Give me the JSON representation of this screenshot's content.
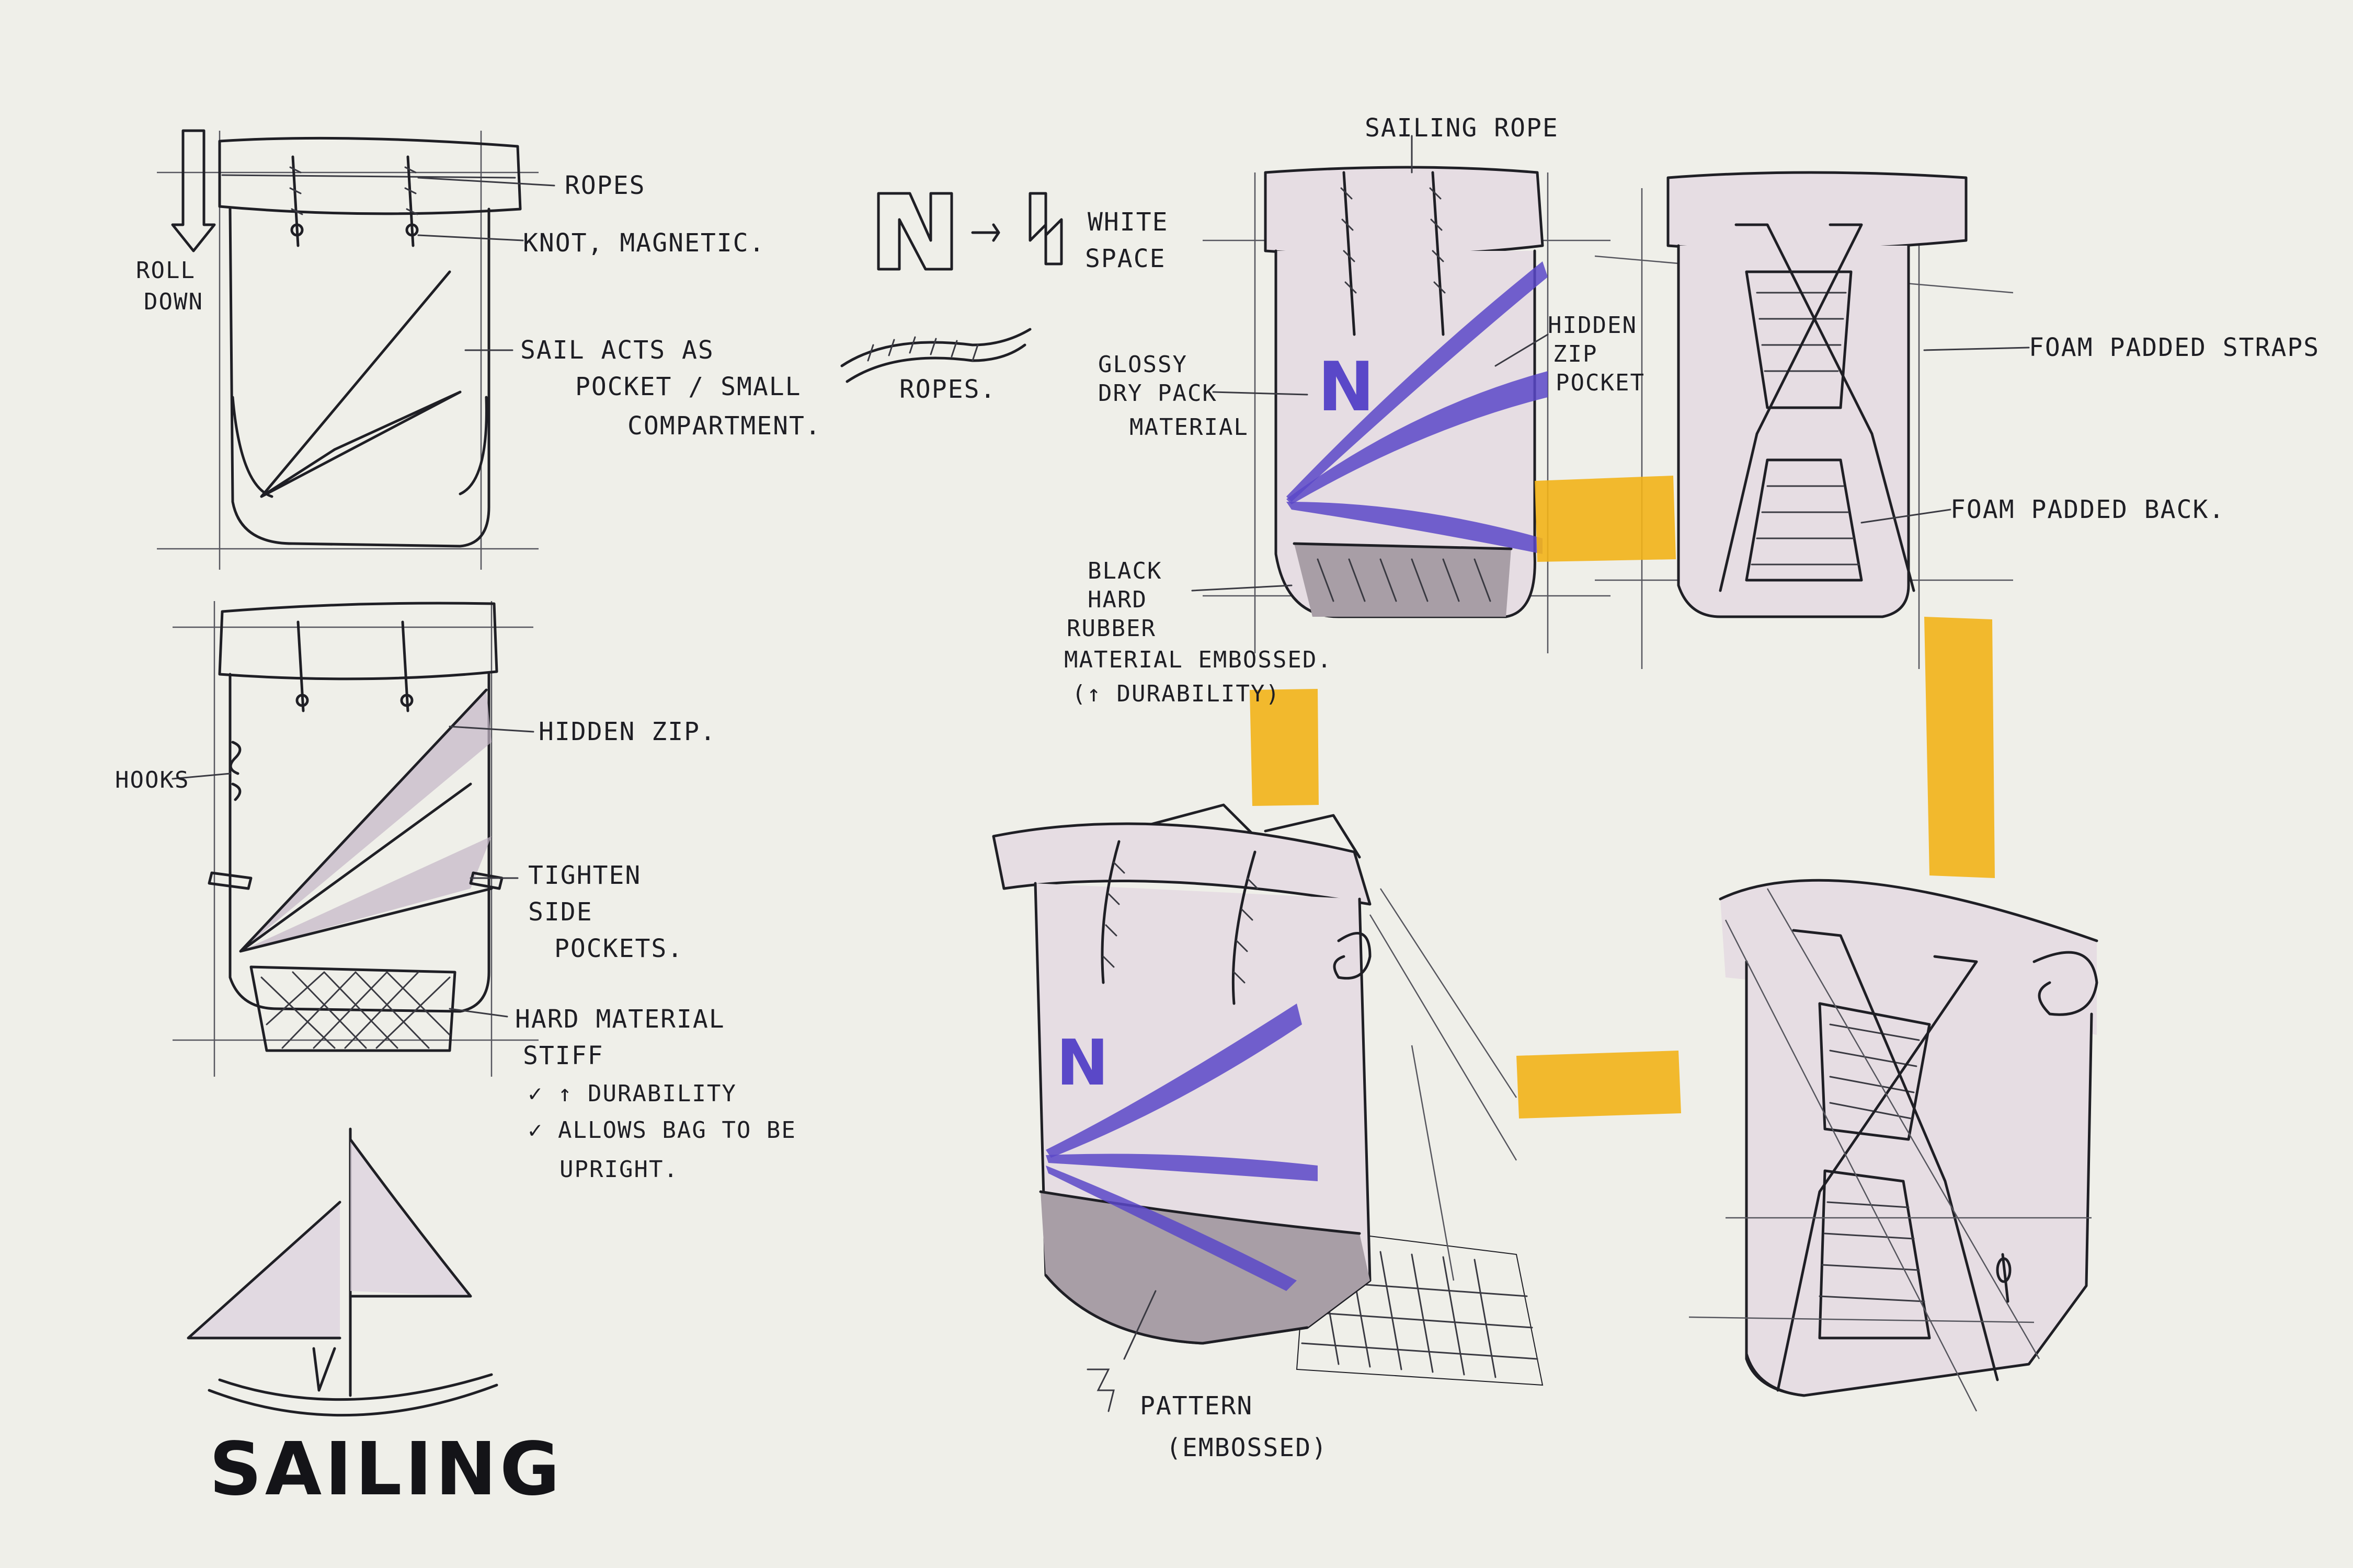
{
  "title": "SAILING",
  "colors": {
    "paper": "#efefe9",
    "ink": "#1f1f25",
    "accent_purple": "#5a48c8",
    "accent_orange": "#f2b318",
    "body_tint": "#e6dde3",
    "base_grey": "#a89ea6",
    "sail_tint": "#c4b7c6"
  },
  "sketch1": {
    "roll_down": [
      "ROLL",
      "DOWN"
    ],
    "ropes": "ROPES",
    "knot": "KNOT, MAGNETIC.",
    "sail": [
      "SAIL ACTS AS",
      "POCKET / SMALL",
      "COMPARTMENT."
    ]
  },
  "sketch2": {
    "hidden_zip": "HIDDEN ZIP.",
    "hooks": "HOOKS",
    "tighten": [
      "TIGHTEN",
      "SIDE",
      "POCKETS."
    ],
    "hard_material": [
      "HARD MATERIAL",
      "STIFF"
    ],
    "benefits": [
      "✓ ↑ DURABILITY",
      "✓ ALLOWS BAG TO BE",
      "UPRIGHT."
    ]
  },
  "logo": {
    "letter": "N",
    "white_space": [
      "WHITE",
      "SPACE"
    ],
    "ropes": "ROPES."
  },
  "front_view": {
    "letter": "N",
    "sailing_rope": "SAILING ROPE",
    "hidden_zip_pocket": [
      "HIDDEN",
      "ZIP",
      "POCKET"
    ],
    "glossy": [
      "GLOSSY",
      "DRY PACK",
      "MATERIAL"
    ],
    "black_rubber": [
      "BLACK",
      "HARD",
      "RUBBER",
      "MATERIAL EMBOSSED.",
      "(↑ DURABILITY)"
    ]
  },
  "back_view": {
    "foam_straps": "FOAM PADDED STRAPS",
    "foam_back": "FOAM PADDED BACK."
  },
  "perspective_front": {
    "letter": "N",
    "pattern": [
      "PATTERN",
      "(EMBOSSED)"
    ]
  }
}
